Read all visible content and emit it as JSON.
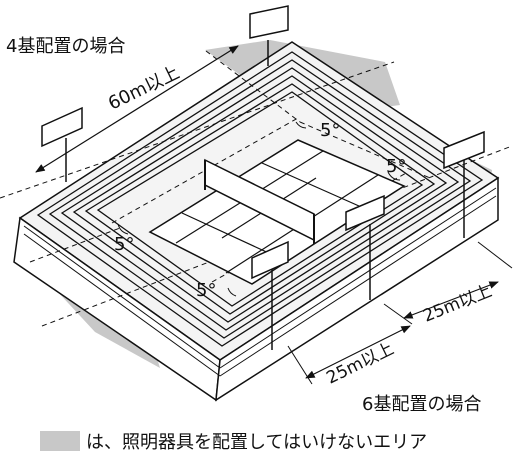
{
  "labels": {
    "four_poles": "4基配置の場合",
    "six_poles": "6基配置の場合",
    "sixty_m": "60m以上",
    "twentyfive_m_a": "25m以上",
    "twentyfive_m_b": "25m以上",
    "five_deg": "5°"
  },
  "legend": {
    "text": "は、照明器具を配置してはいけないエリア"
  },
  "colors": {
    "no_light_area": "#c8c8c8",
    "line": "#111111"
  }
}
